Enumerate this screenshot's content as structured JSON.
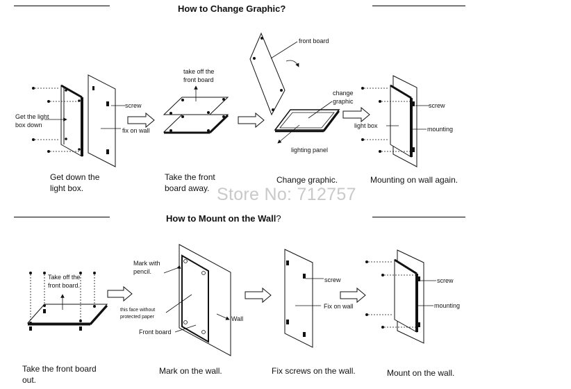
{
  "section1": {
    "title": "How to Change Graphic?",
    "steps": [
      {
        "caption": "Get down the light box.",
        "labels": {
          "get_down_line1": "Get the light",
          "get_down_line2": "box down",
          "screw": "screw",
          "fix_on_wall": "fix on wall"
        }
      },
      {
        "caption": "Take the front board away.",
        "labels": {
          "take_off_line1": "take off the",
          "take_off_line2": "front board"
        }
      },
      {
        "caption": "Change graphic.",
        "labels": {
          "front_board": "front board",
          "change_graphic_line1": "change",
          "change_graphic_line2": "graphic",
          "lighting_panel": "lighting panel"
        }
      },
      {
        "caption": "Mounting on wall again.",
        "labels": {
          "screw": "screw",
          "light_box": "light box",
          "mounting": "mounting"
        }
      }
    ]
  },
  "watermark": "Store No: 712757",
  "section2": {
    "title": "How to Mount on the Wall",
    "title_suffix": "?",
    "steps": [
      {
        "caption": "Take the front board out.",
        "labels": {
          "take_off_line1": "Take off the",
          "take_off_line2": "front board."
        }
      },
      {
        "caption": "Mark on the wall.",
        "labels": {
          "mark_line1": "Mark with",
          "mark_line2": "pencil.",
          "face_line1": "this face without",
          "face_line2": "protected paper",
          "front_board": "Front board",
          "wall": "Wall"
        }
      },
      {
        "caption": "Fix screws on the wall.",
        "labels": {
          "screw": "screw",
          "fix_on_wall": "Fix on wall"
        }
      },
      {
        "caption": "Mount on the wall.",
        "labels": {
          "screw": "screw",
          "mounting": "mounting"
        }
      }
    ]
  }
}
